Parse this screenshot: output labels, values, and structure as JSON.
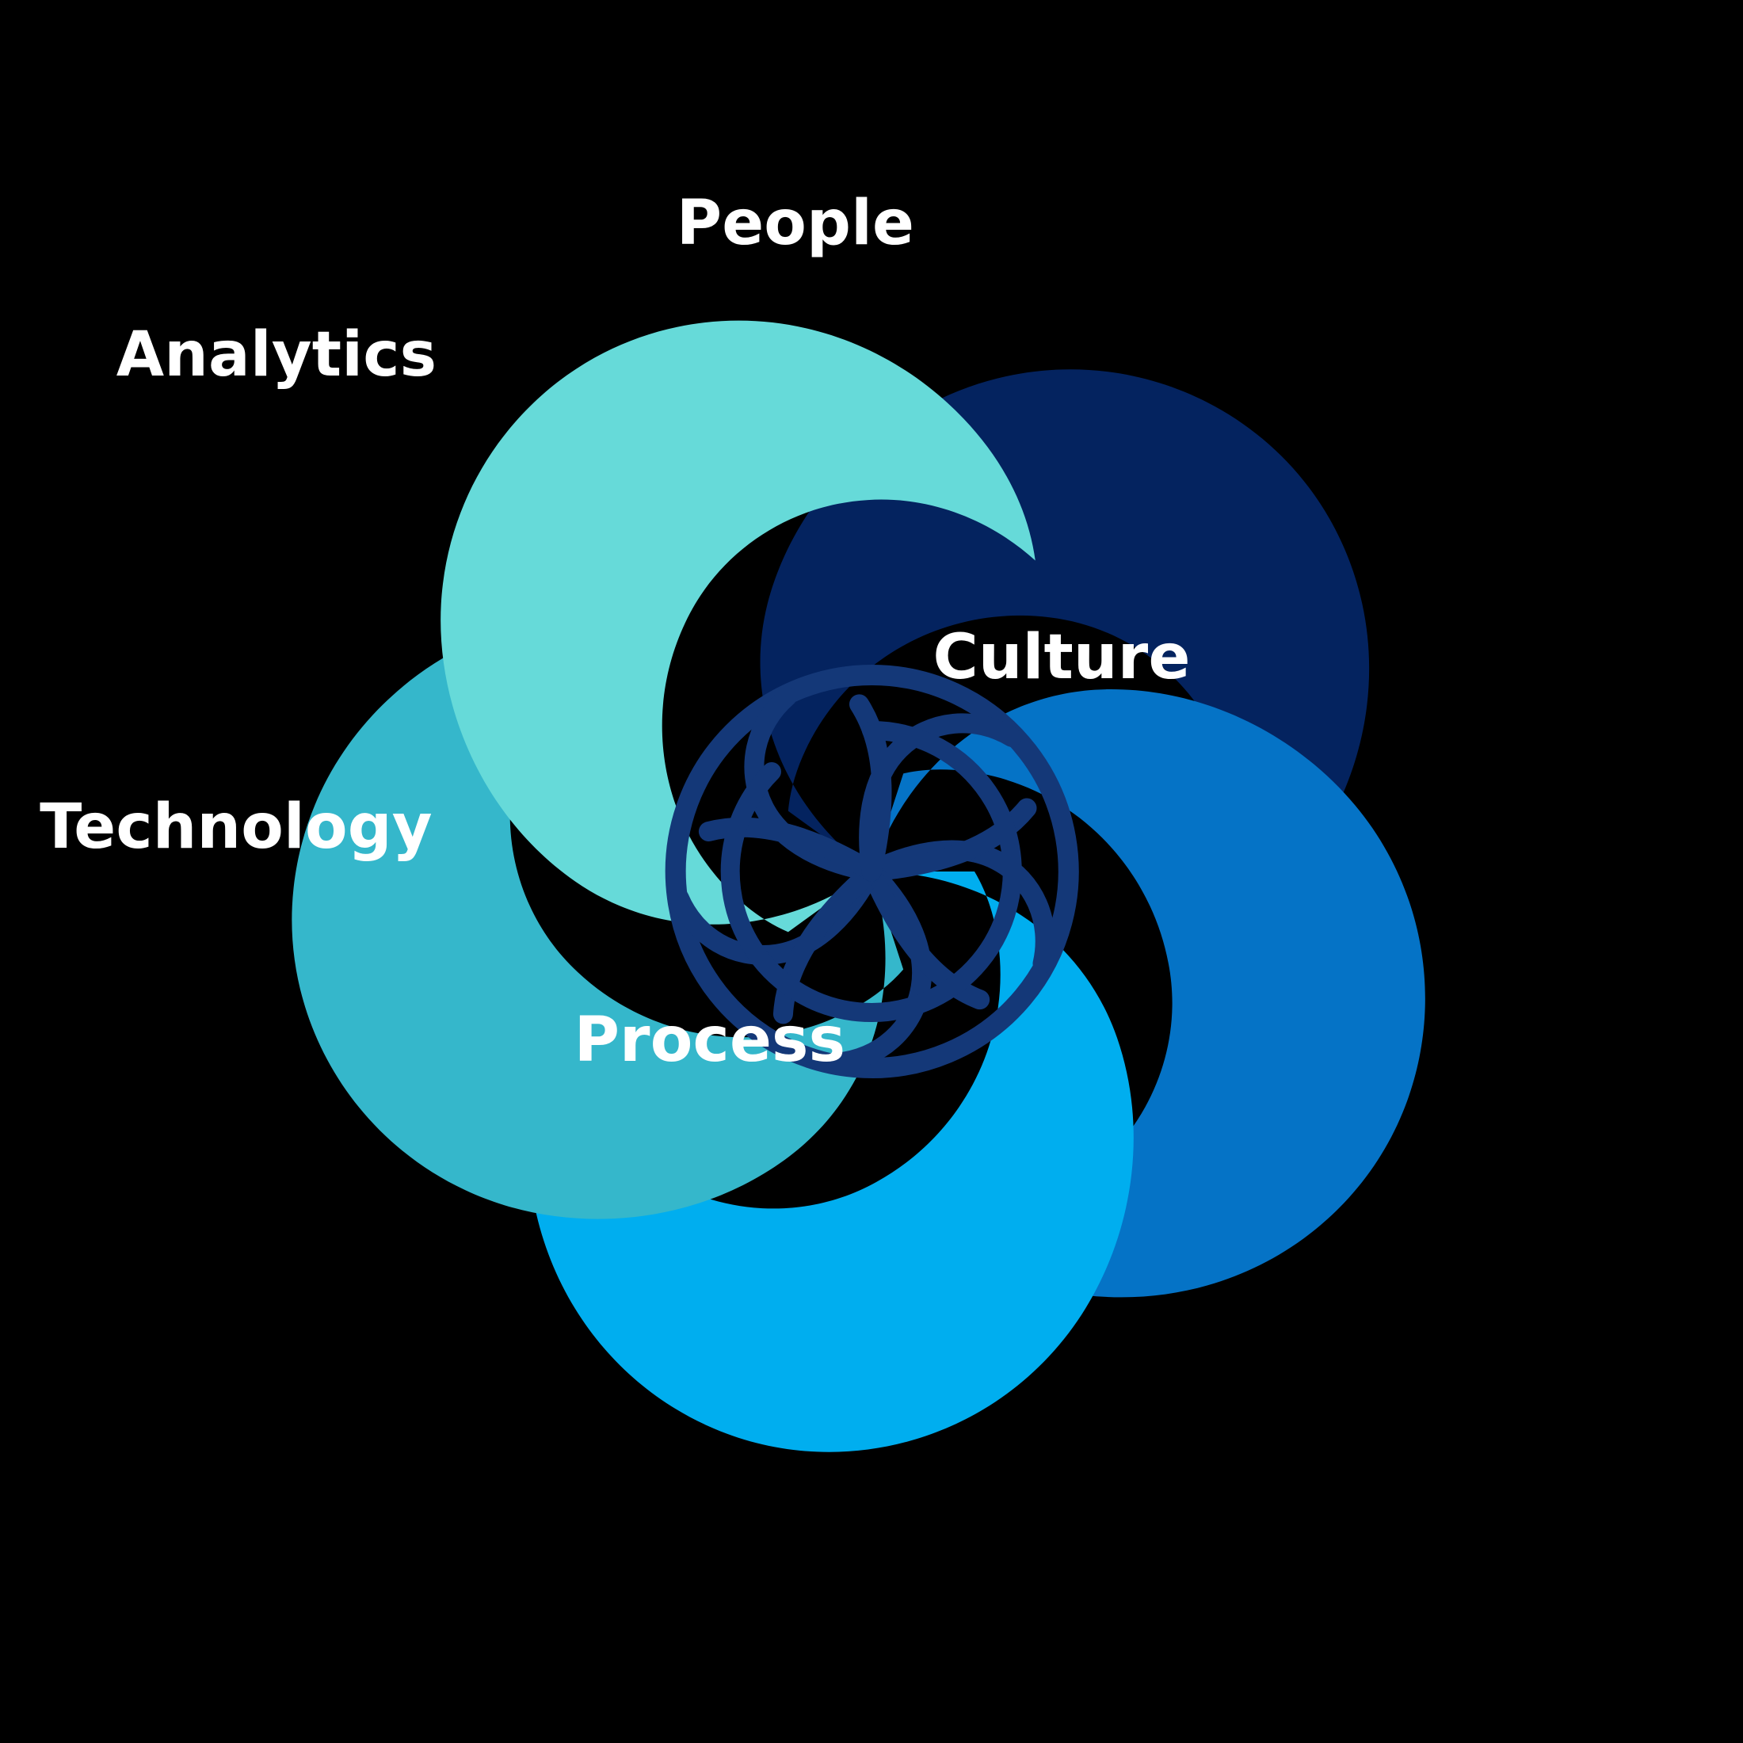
{
  "diagram": {
    "type": "pinwheel-segment-wheel",
    "segment_count": 5,
    "background_color": "#000000",
    "label_color": "#ffffff",
    "center": {
      "icon_name": "spiral-aperture-logo",
      "color": "#143878"
    },
    "segments": [
      {
        "id": "people",
        "label": "People",
        "color": "#04235F",
        "angle_deg": 0
      },
      {
        "id": "culture",
        "label": "Culture",
        "color": "#0573C6",
        "angle_deg": 72
      },
      {
        "id": "process",
        "label": "Process",
        "color": "#00AEEF",
        "angle_deg": 144
      },
      {
        "id": "technology",
        "label": "Technology",
        "color": "#35B7CB",
        "angle_deg": 216
      },
      {
        "id": "analytics",
        "label": "Analytics",
        "color": "#66DAD9",
        "angle_deg": 288
      }
    ]
  }
}
